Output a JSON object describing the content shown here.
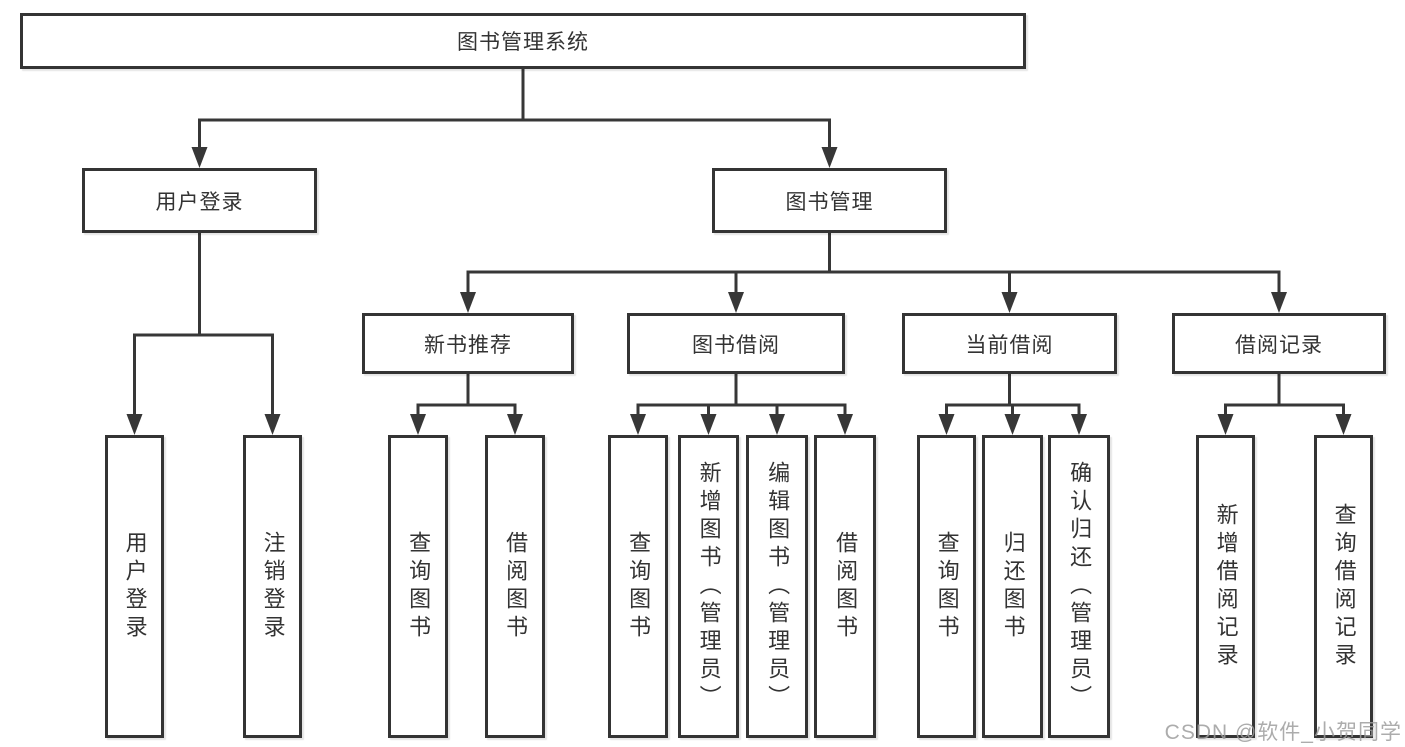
{
  "tree": {
    "root": {
      "label": "图书管理系统",
      "children": [
        {
          "label": "用户登录",
          "children": [
            {
              "label": "用户登录"
            },
            {
              "label": "注销登录"
            }
          ]
        },
        {
          "label": "图书管理",
          "children": [
            {
              "label": "新书推荐",
              "children": [
                {
                  "label": "查询图书"
                },
                {
                  "label": "借阅图书"
                }
              ]
            },
            {
              "label": "图书借阅",
              "children": [
                {
                  "label": "查询图书"
                },
                {
                  "label": "新增图书（管理员）"
                },
                {
                  "label": "编辑图书（管理员）"
                },
                {
                  "label": "借阅图书"
                }
              ]
            },
            {
              "label": "当前借阅",
              "children": [
                {
                  "label": "查询图书"
                },
                {
                  "label": "归还图书"
                },
                {
                  "label": "确认归还（管理员）"
                }
              ]
            },
            {
              "label": "借阅记录",
              "children": [
                {
                  "label": "新增借阅记录"
                },
                {
                  "label": "查询借阅记录"
                }
              ]
            }
          ]
        }
      ]
    }
  },
  "watermark": {
    "text": "CSDN @软件_小贺同学"
  },
  "colors": {
    "background": "#ffffff",
    "line": "#373737",
    "box_border": "#343434",
    "text": "#333333",
    "watermark": "#9e9e9e"
  }
}
